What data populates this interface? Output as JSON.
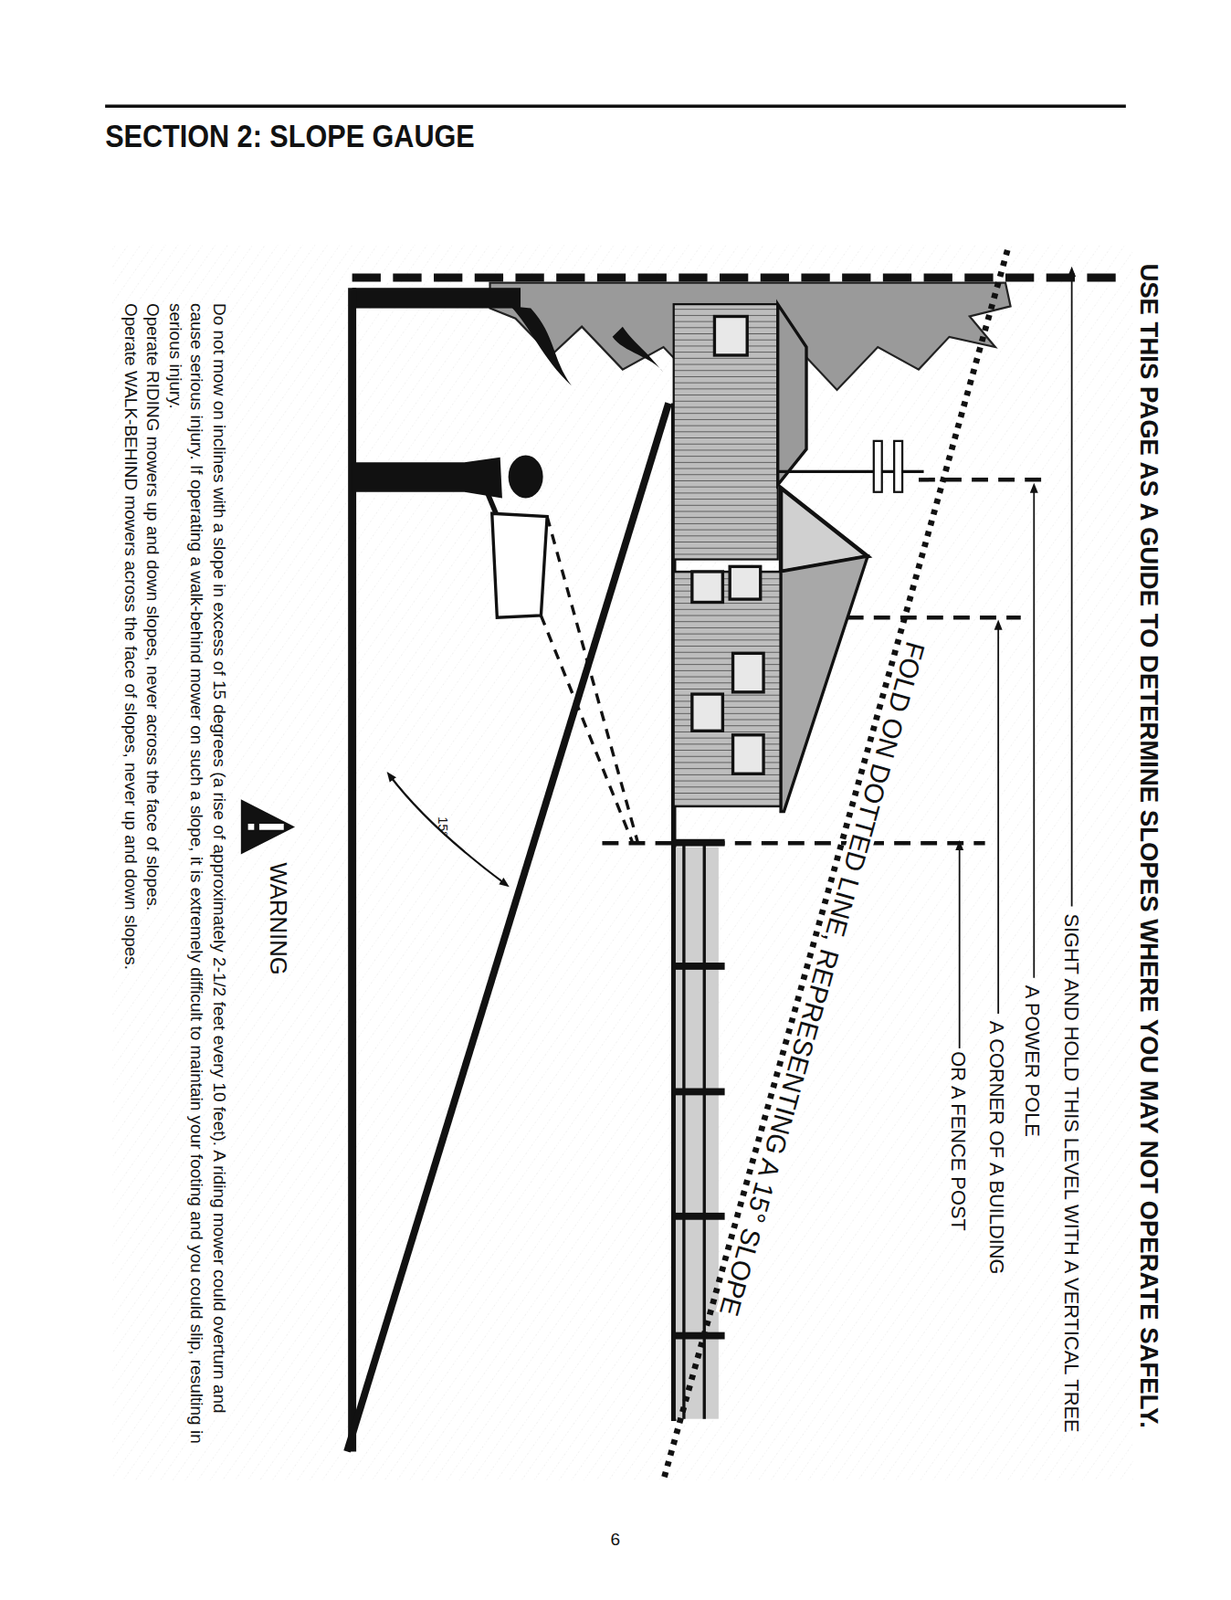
{
  "diagram": {
    "title": "SECTION 2: SLOPE GAUGE",
    "labels": [
      "USE THIS PAGE AS A GUIDE TO DETERMINE SLOPES WHERE YOU MAY NOT OPERATE SAFELY.",
      "SIGHT AND HOLD THIS LEVEL WITH A VERTICAL TREE",
      "A POWER POLE",
      "A CORNER OF A BUILDING",
      "OR A FENCE POST",
      "FOLD ON DOTTED LINE, REPRESENTING A 15° SLOPE",
      "15°",
      "WARNING",
      "Do not mow on inclines with a slope in excess of 15 degrees (a rise of approximately 2-1/2 feet every 10 feet). A riding mower could overturn and cause serious injury. If operating a walk-behind mower on such a slope, it is extremely difficult to maintain your footing and you could slip, resulting in serious injury.",
      "Operate RIDING mowers up and down slopes, never across the face of slopes.",
      "Operate WALK-BEHIND mowers across the face of slopes, never up and down slopes.",
      "6"
    ]
  }
}
